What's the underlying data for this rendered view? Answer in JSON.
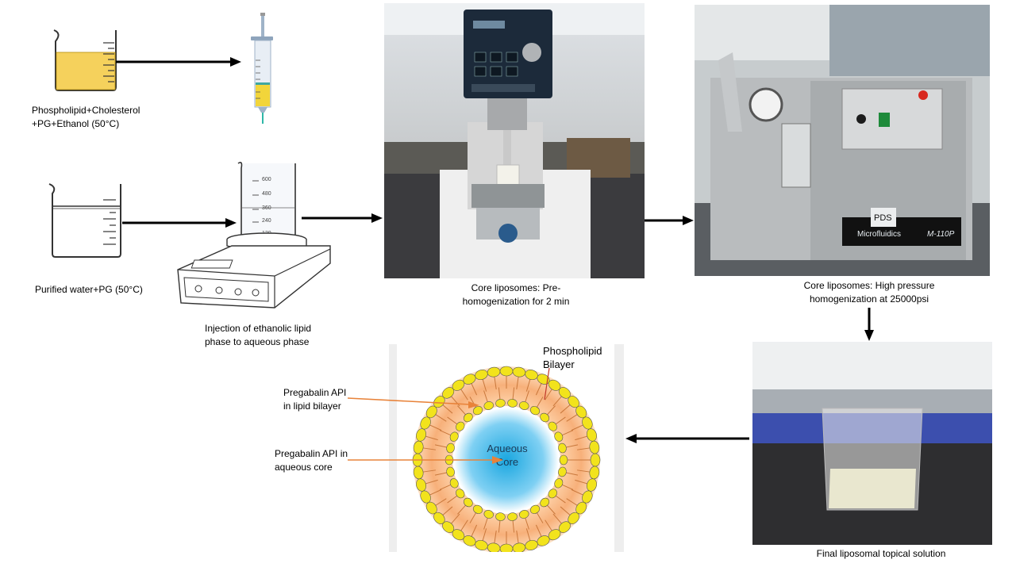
{
  "steps": {
    "lipid_phase": "Phospholipid+Cholesterol\n+PG+Ethanol (50°C)",
    "aqueous_phase": "Purified water+PG (50°C)",
    "injection": "Injection of ethanolic lipid\nphase to aqueous phase",
    "pre_homogenization": "Core liposomes: Pre-\nhomogenization for 2 min",
    "high_pressure": "Core liposomes: High pressure\nhomogenization at 25000psi",
    "final": "Final liposomal topical solution"
  },
  "liposome": {
    "bilayer_label": "Phospholipid\nBilayer",
    "core_label": "Aqueous\nCore",
    "api_bilayer": "Pregabalin API\nin lipid bilayer",
    "api_core": "Pregabalin API in\naqueous core"
  },
  "beaker_scale": [
    "600",
    "480",
    "360",
    "240",
    "120"
  ],
  "homogenizer": {
    "brand_plate": "PDS",
    "brand": "Microfluidics",
    "model": "M-110P"
  },
  "colors": {
    "lipid": "#f5d15c",
    "arrow": "#000000",
    "pointer": "#e8833a",
    "core": "#1aa7e0",
    "head": "#f2e31c"
  }
}
